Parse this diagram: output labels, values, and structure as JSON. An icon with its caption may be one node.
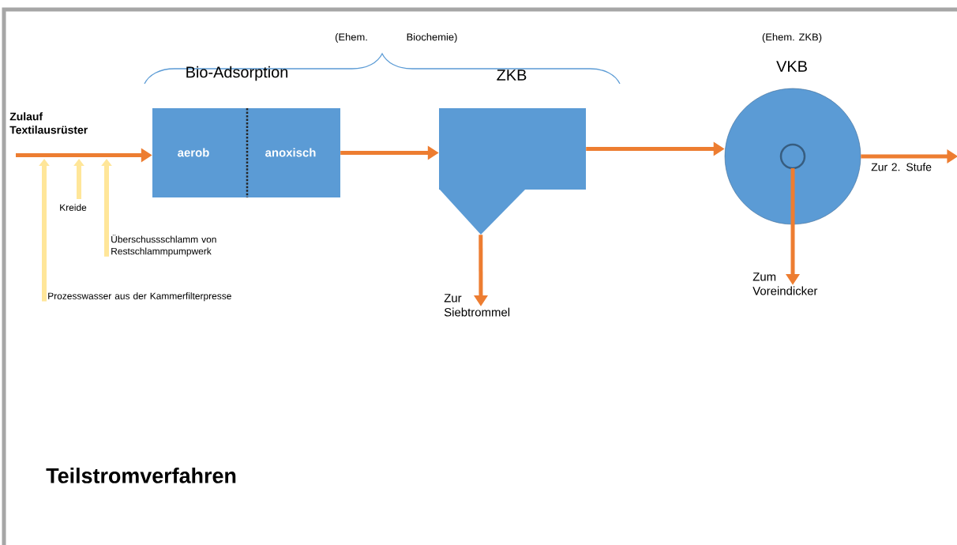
{
  "diagram": {
    "title": "Teilstromverfahren",
    "nodes": [
      {
        "text": [
          "Zulauf Textilausrüster"
        ]
      },
      {
        "text": [
          "aerob",
          "anoxisch"
        ]
      },
      {
        "text": [],
        "shape": "tank"
      },
      {
        "text": [],
        "shape": "circle"
      },
      {
        "text": [
          "Zur 2. Stufe"
        ]
      },
      {
        "text": [
          "Kreide"
        ]
      },
      {
        "text": [
          "Überschussschlamm von Restschlammpumpwerk"
        ]
      },
      {
        "text": [
          "Zur Siebtrommel"
        ]
      },
      {
        "text": [
          "Zum Voreindicker"
        ]
      },
      {
        "text": [
          "Prozesswasser aus der Kammerfilterpresse"
        ]
      }
    ],
    "edges": [
      {
        "from": 0,
        "to": 1,
        "arrow": "to"
      },
      {
        "from": 1,
        "to": 2,
        "arrow": "to"
      },
      {
        "from": 2,
        "to": 3,
        "arrow": "to"
      },
      {
        "from": 3,
        "to": 4,
        "arrow": "to"
      },
      {
        "from": 2,
        "to": 7,
        "arrow": "to"
      },
      {
        "from": 3,
        "to": 8,
        "arrow": "to"
      },
      {
        "from": 5,
        "to": null,
        "arrow": "to",
        "color": "#ffe699"
      },
      {
        "from": 6,
        "to": null,
        "arrow": "to",
        "color": "#ffe699"
      },
      {
        "from": 9,
        "to": null,
        "arrow": "to",
        "color": "#ffe699"
      }
    ],
    "labels": [
      "(Ehem. ZKB)",
      "VKB",
      "(Ehem.",
      "Biochemie)",
      "Bio-Adsorption",
      "ZKB"
    ]
  }
}
